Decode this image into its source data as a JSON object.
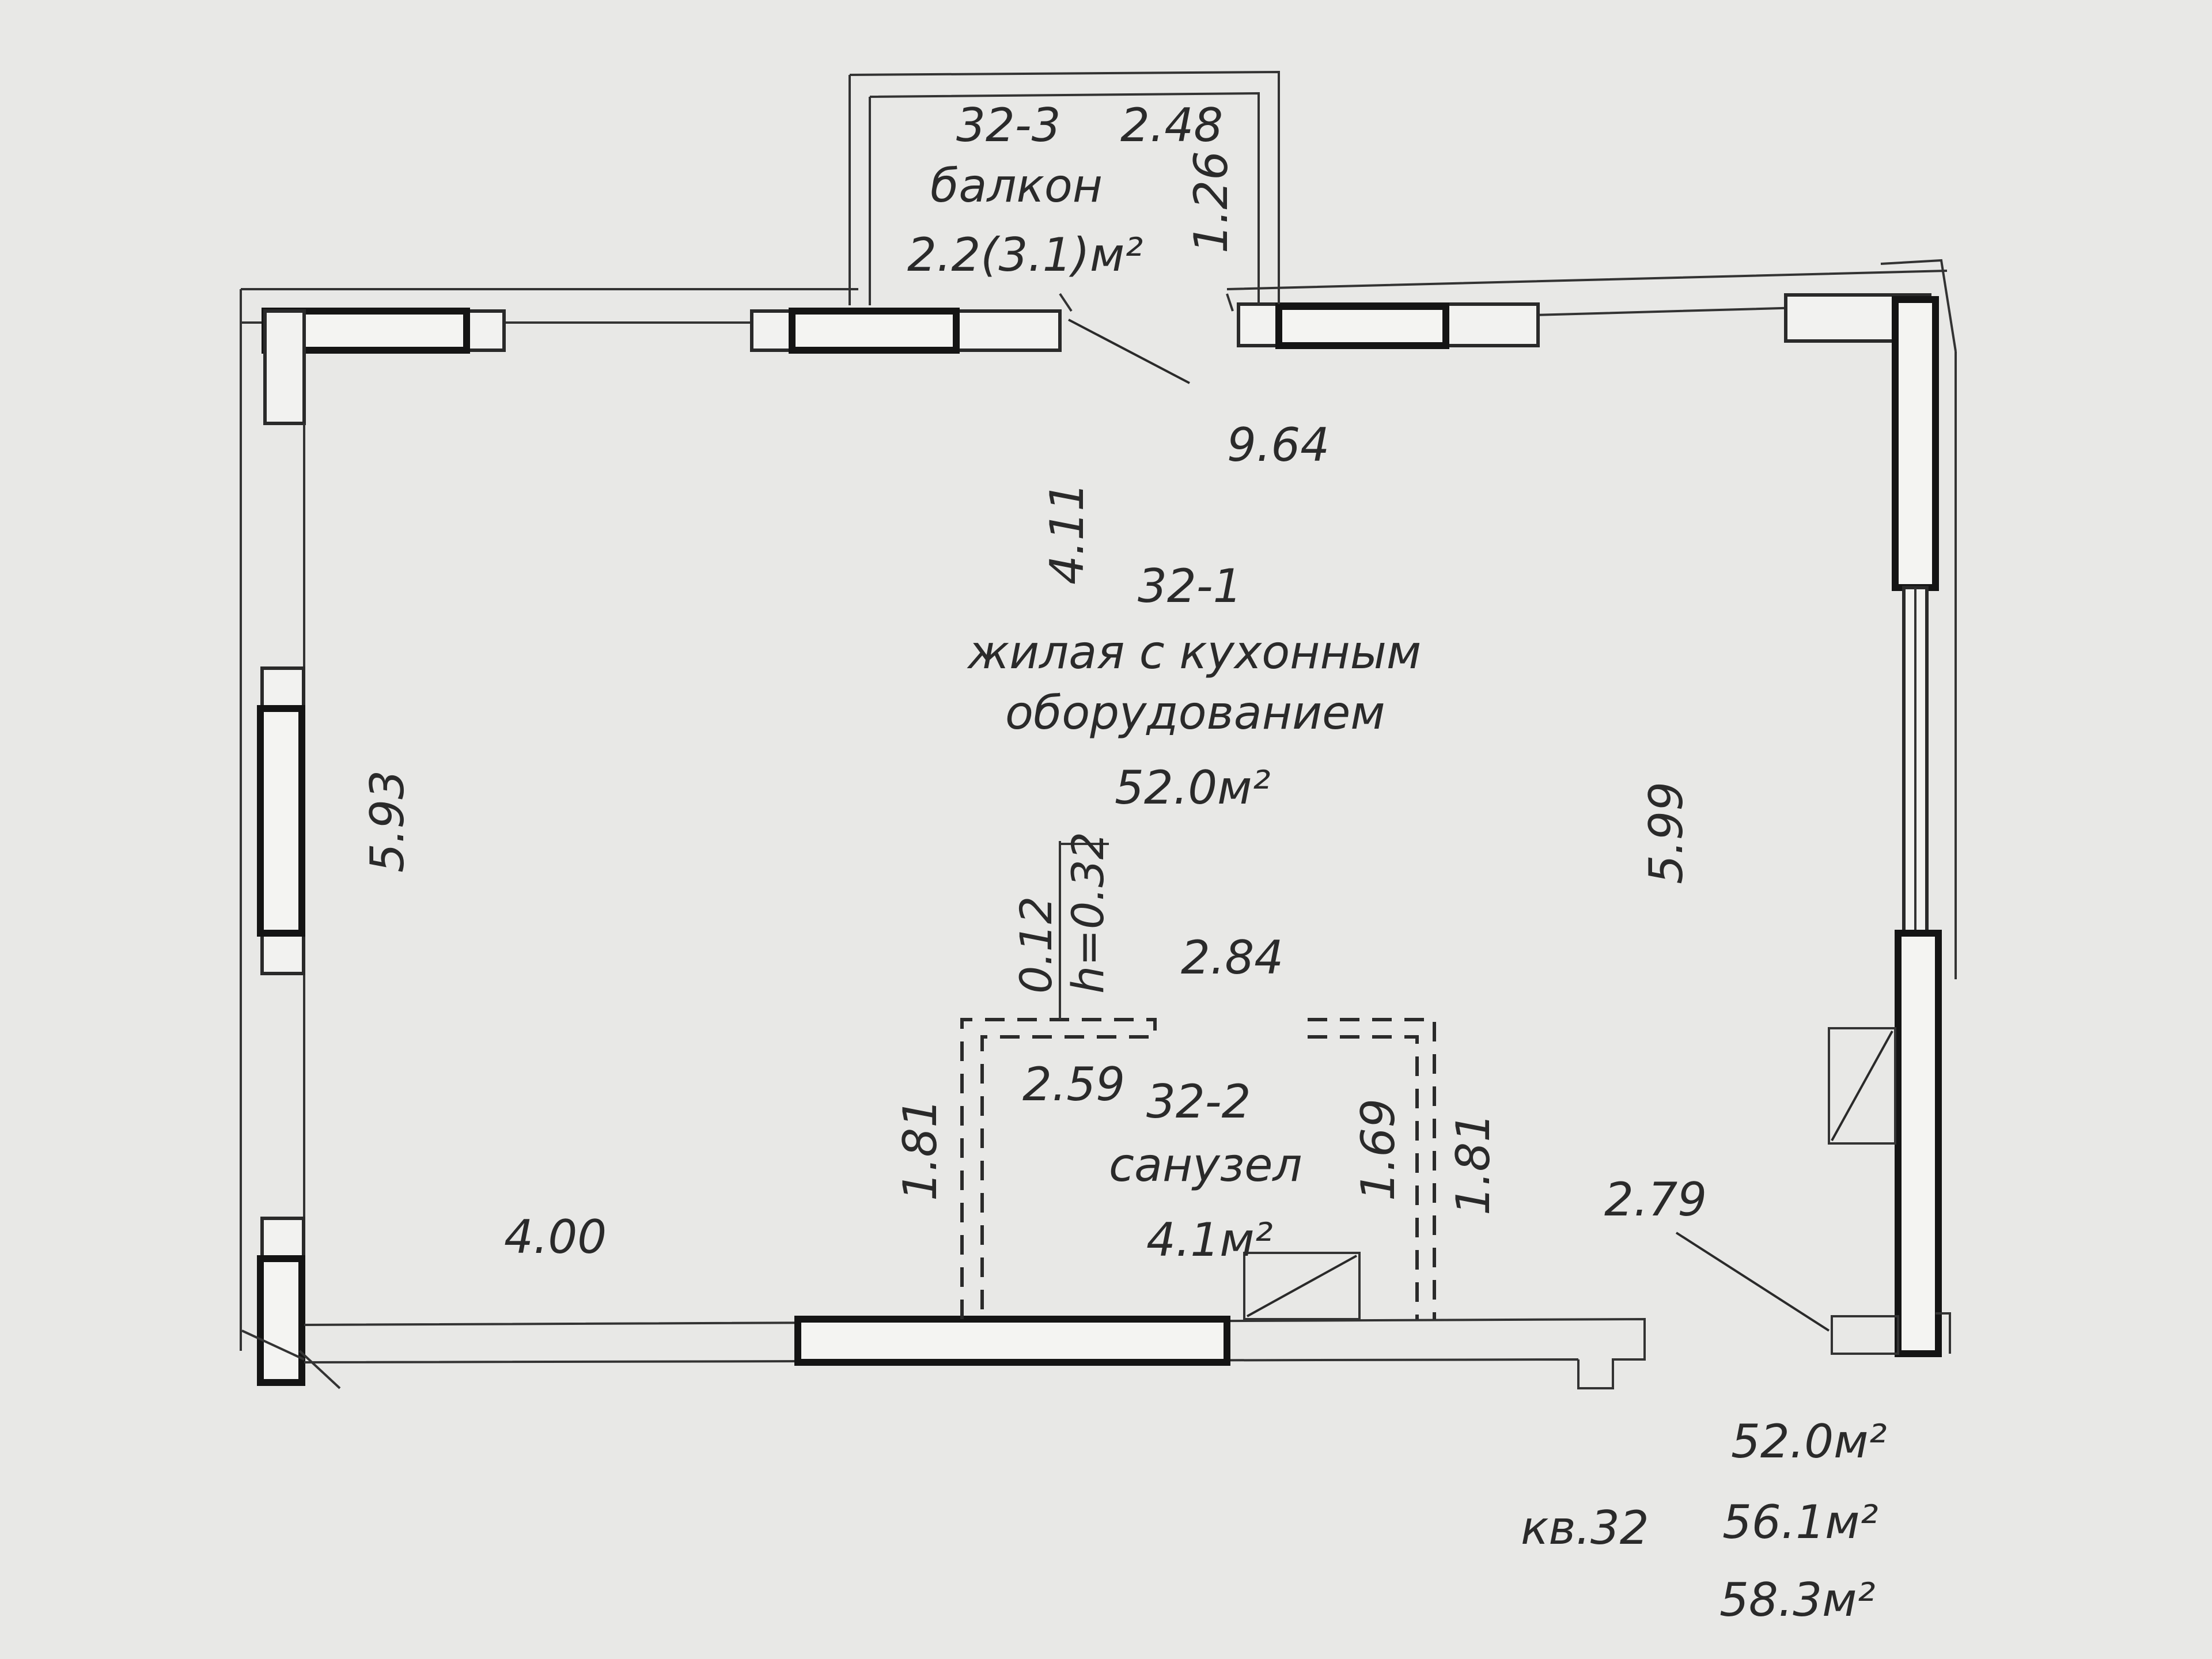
{
  "balcony": {
    "id": "32-3",
    "name": "балкон",
    "area": "2.2(3.1)м²",
    "width": "2.48",
    "depth": "1.26"
  },
  "living": {
    "id": "32-1",
    "name_line1": "жилая с кухонным",
    "name_line2": "оборудованием",
    "area": "52.0м²"
  },
  "bathroom": {
    "id": "32-2",
    "name": "санузел",
    "area": "4.1м²"
  },
  "dimensions": {
    "top_width": "9.64",
    "top_left_depth": "4.11",
    "left_height": "5.93",
    "right_height": "5.99",
    "bottom_left": "4.00",
    "corridor_width": "2.84",
    "partition_thickness": "0.12",
    "partition_height": "h=0.32",
    "bath_width": "2.59",
    "bath_left_height": "1.81",
    "bath_inner_height": "1.69",
    "bath_right_height": "1.81",
    "corner_leader": "2.79"
  },
  "summary": {
    "apartment": "кв.32",
    "area_living": "52.0м²",
    "area_total": "56.1м²",
    "area_with_balcony": "58.3м²"
  }
}
